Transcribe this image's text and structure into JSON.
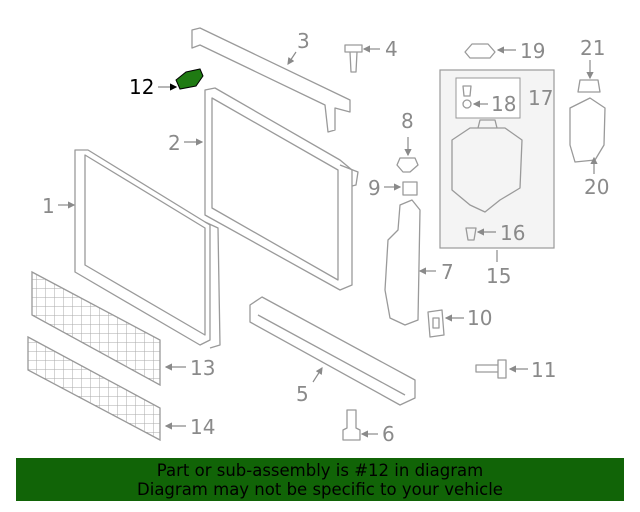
{
  "diagram": {
    "highlighted_part": "12",
    "highlight_color": "#1f7a12",
    "callouts": [
      "1",
      "2",
      "3",
      "4",
      "5",
      "6",
      "7",
      "8",
      "9",
      "10",
      "11",
      "12",
      "13",
      "14",
      "15",
      "16",
      "17",
      "18",
      "19",
      "20",
      "21"
    ]
  },
  "banner": {
    "line1": "Part or sub-assembly is #12 in diagram",
    "line2": "Diagram may not be specific to your vehicle",
    "background": "#116407"
  }
}
